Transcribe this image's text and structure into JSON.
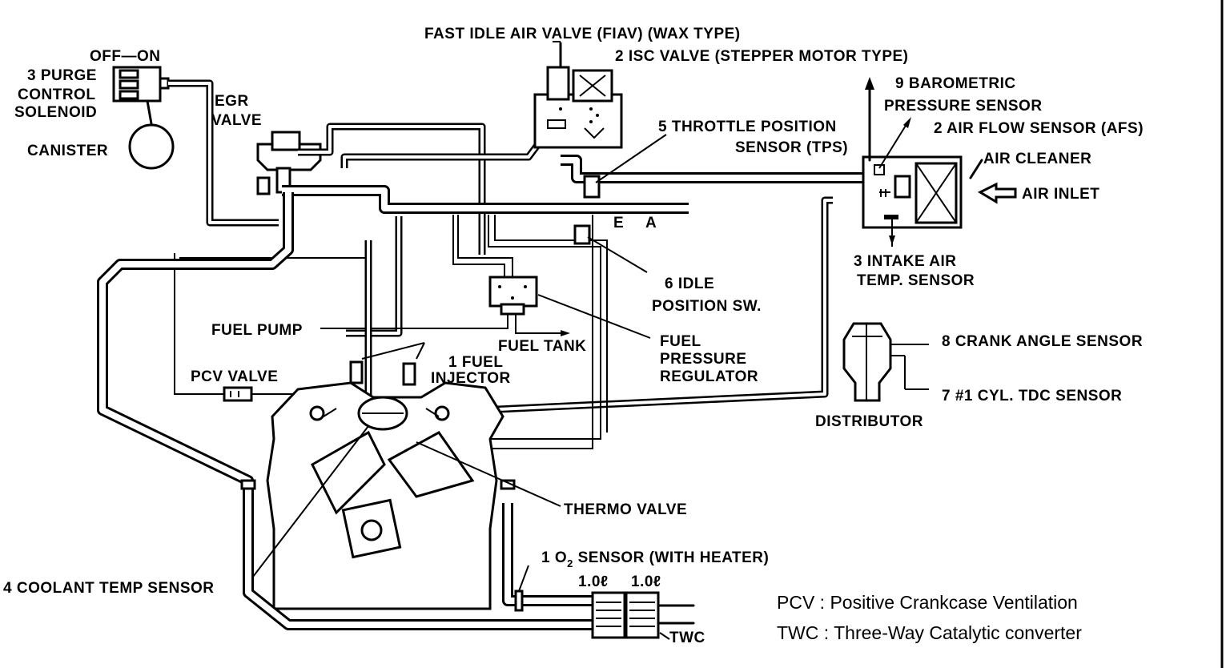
{
  "labels": {
    "fiav": "FAST IDLE AIR VALVE (FIAV) (WAX TYPE)",
    "isc": "2 ISC VALVE (STEPPER MOTOR TYPE)",
    "off_on": "OFF—ON",
    "purge_1": "3 PURGE",
    "purge_2": "CONTROL",
    "purge_3": "SOLENOID",
    "canister": "CANISTER",
    "egr_1": "EGR",
    "egr_2": "VALVE",
    "baro_1": "9 BAROMETRIC",
    "baro_2": "PRESSURE SENSOR",
    "afs": "2 AIR FLOW SENSOR (AFS)",
    "tps_1": "5 THROTTLE POSITION",
    "tps_2": "SENSOR (TPS)",
    "air_cleaner": "AIR CLEANER",
    "air_inlet": "AIR INLET",
    "port_e": "E",
    "port_a": "A",
    "iat_1": "3 INTAKE AIR",
    "iat_2": "TEMP. SENSOR",
    "idle_1": "6 IDLE",
    "idle_2": "POSITION SW.",
    "fuel_pump": "FUEL PUMP",
    "fuel_tank": "FUEL TANK",
    "injector_1": "1 FUEL",
    "injector_2": "INJECTOR",
    "fpr_1": "FUEL",
    "fpr_2": "PRESSURE",
    "fpr_3": "REGULATOR",
    "crank": "8 CRANK ANGLE SENSOR",
    "tdc": "7 #1 CYL. TDC SENSOR",
    "distributor": "DISTRIBUTOR",
    "pcv_valve": "PCV VALVE",
    "thermo": "THERMO VALVE",
    "o2_prefix": "1 O",
    "o2_sub": "2",
    "o2_suffix": " SENSOR (WITH HEATER)",
    "coolant": "4 COOLANT TEMP SENSOR",
    "cat_1": "1.0ℓ",
    "cat_2": "1.0ℓ",
    "twc": "TWC"
  },
  "legend": {
    "pcv": "PCV : Positive Crankcase Ventilation",
    "twc": "TWC : Three-Way Catalytic converter"
  }
}
